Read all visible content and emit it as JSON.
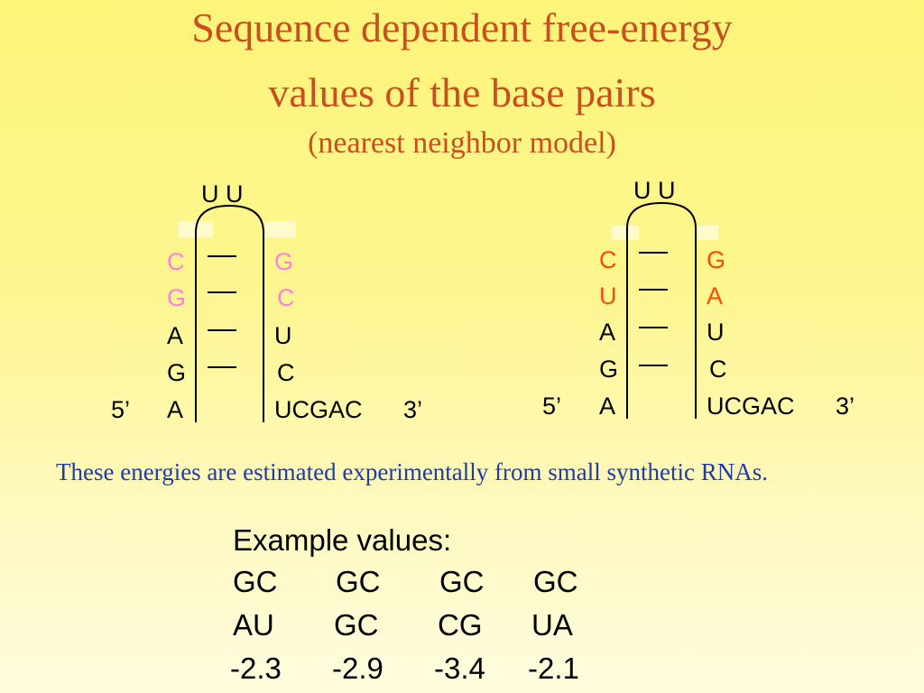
{
  "title": {
    "line1": "Sequence dependent free-energy",
    "line2": "values of the base pairs",
    "line3": "(nearest neighbor model)"
  },
  "hairpin_left": {
    "loop": "U U",
    "prime5": "5’",
    "prime3": "3’",
    "left_strand": [
      "C",
      "G",
      "A",
      "G",
      "A"
    ],
    "right_strand": [
      "G",
      "C",
      "U",
      "C"
    ],
    "tail": "UCGAC",
    "highlight_color": "#ff80e0"
  },
  "hairpin_right": {
    "loop": "U U",
    "prime5": "5’",
    "prime3": "3’",
    "left_strand": [
      "C",
      "U",
      "A",
      "G",
      "A"
    ],
    "right_strand": [
      "G",
      "A",
      "U",
      "C"
    ],
    "tail": "UCGAC",
    "highlight_color": "#ff4a00"
  },
  "note": "These energies are estimated experimentally from small synthetic RNAs.",
  "examples": {
    "heading": "Example values:",
    "top_row": [
      "GC",
      "GC",
      "GC",
      "GC"
    ],
    "bottom_row": [
      "AU",
      "GC",
      "CG",
      "UA"
    ],
    "values": [
      "-2.3",
      "-2.9",
      "-3.4",
      "-2.1"
    ]
  },
  "colors": {
    "title": "#c8501e",
    "note": "#1e3ca8"
  }
}
